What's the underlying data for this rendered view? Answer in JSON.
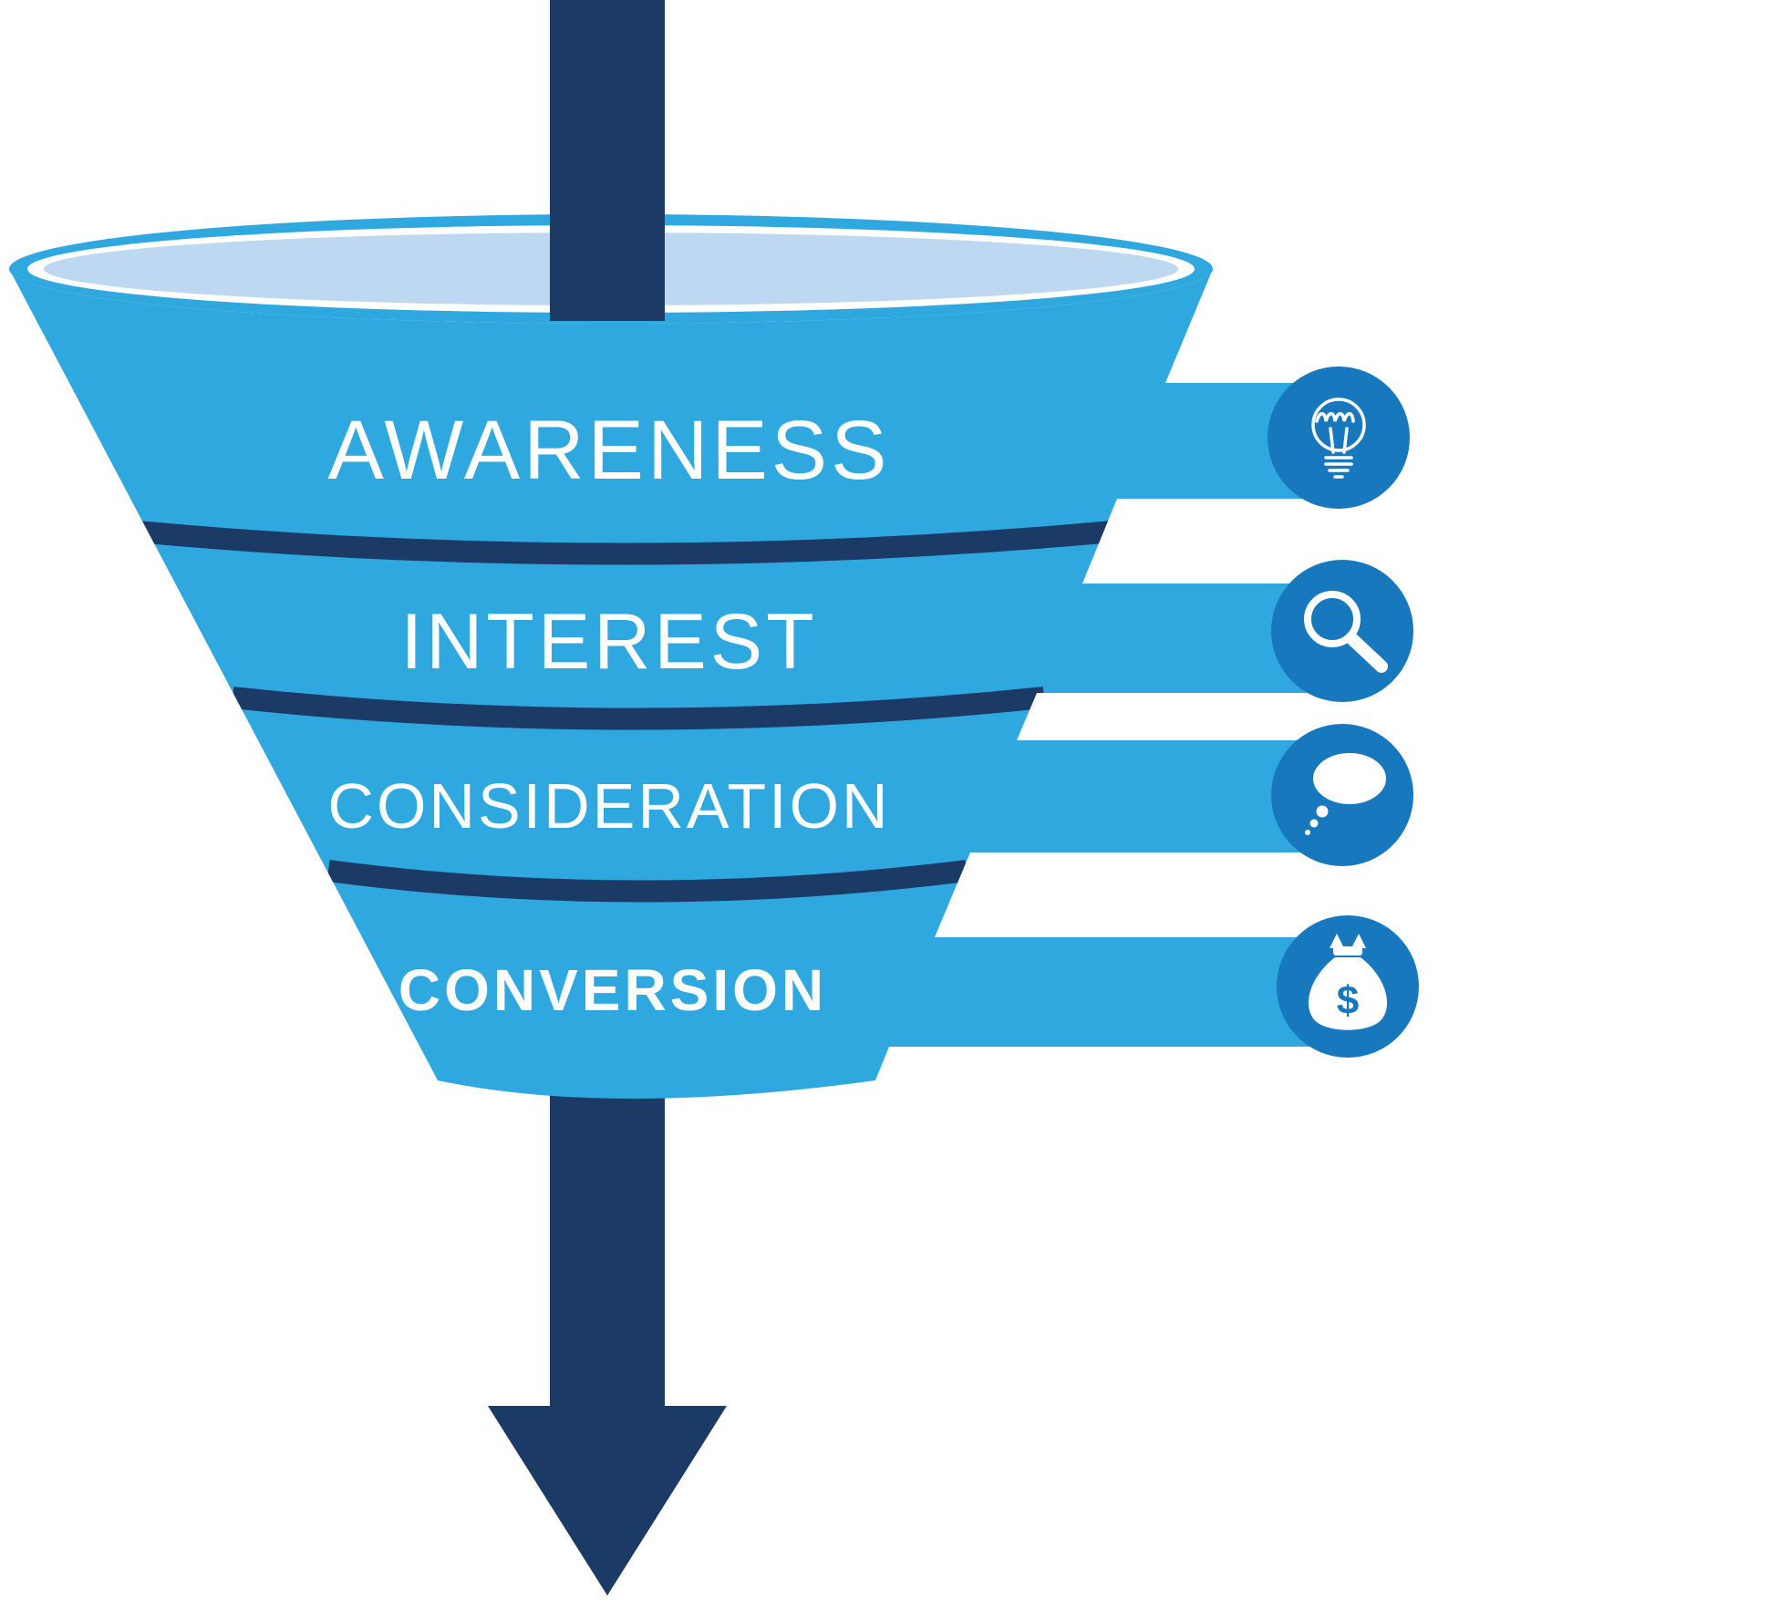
{
  "diagram": {
    "type": "marketing-funnel",
    "money_symbol": "$",
    "stages": [
      {
        "label": "AWARENESS",
        "icon": "lightbulb-icon"
      },
      {
        "label": "INTEREST",
        "icon": "magnifying-glass-icon"
      },
      {
        "label": "CONSIDERATION",
        "icon": "speech-bubble-icon"
      },
      {
        "label": "CONVERSION",
        "icon": "money-bag-icon"
      }
    ],
    "colors": {
      "funnel_blue": "#2FA8E0",
      "funnel_top_light": "#BDD8F0",
      "navy": "#1B3A66",
      "icon_circle_blue": "#1778BE",
      "white": "#FFFFFF"
    }
  }
}
